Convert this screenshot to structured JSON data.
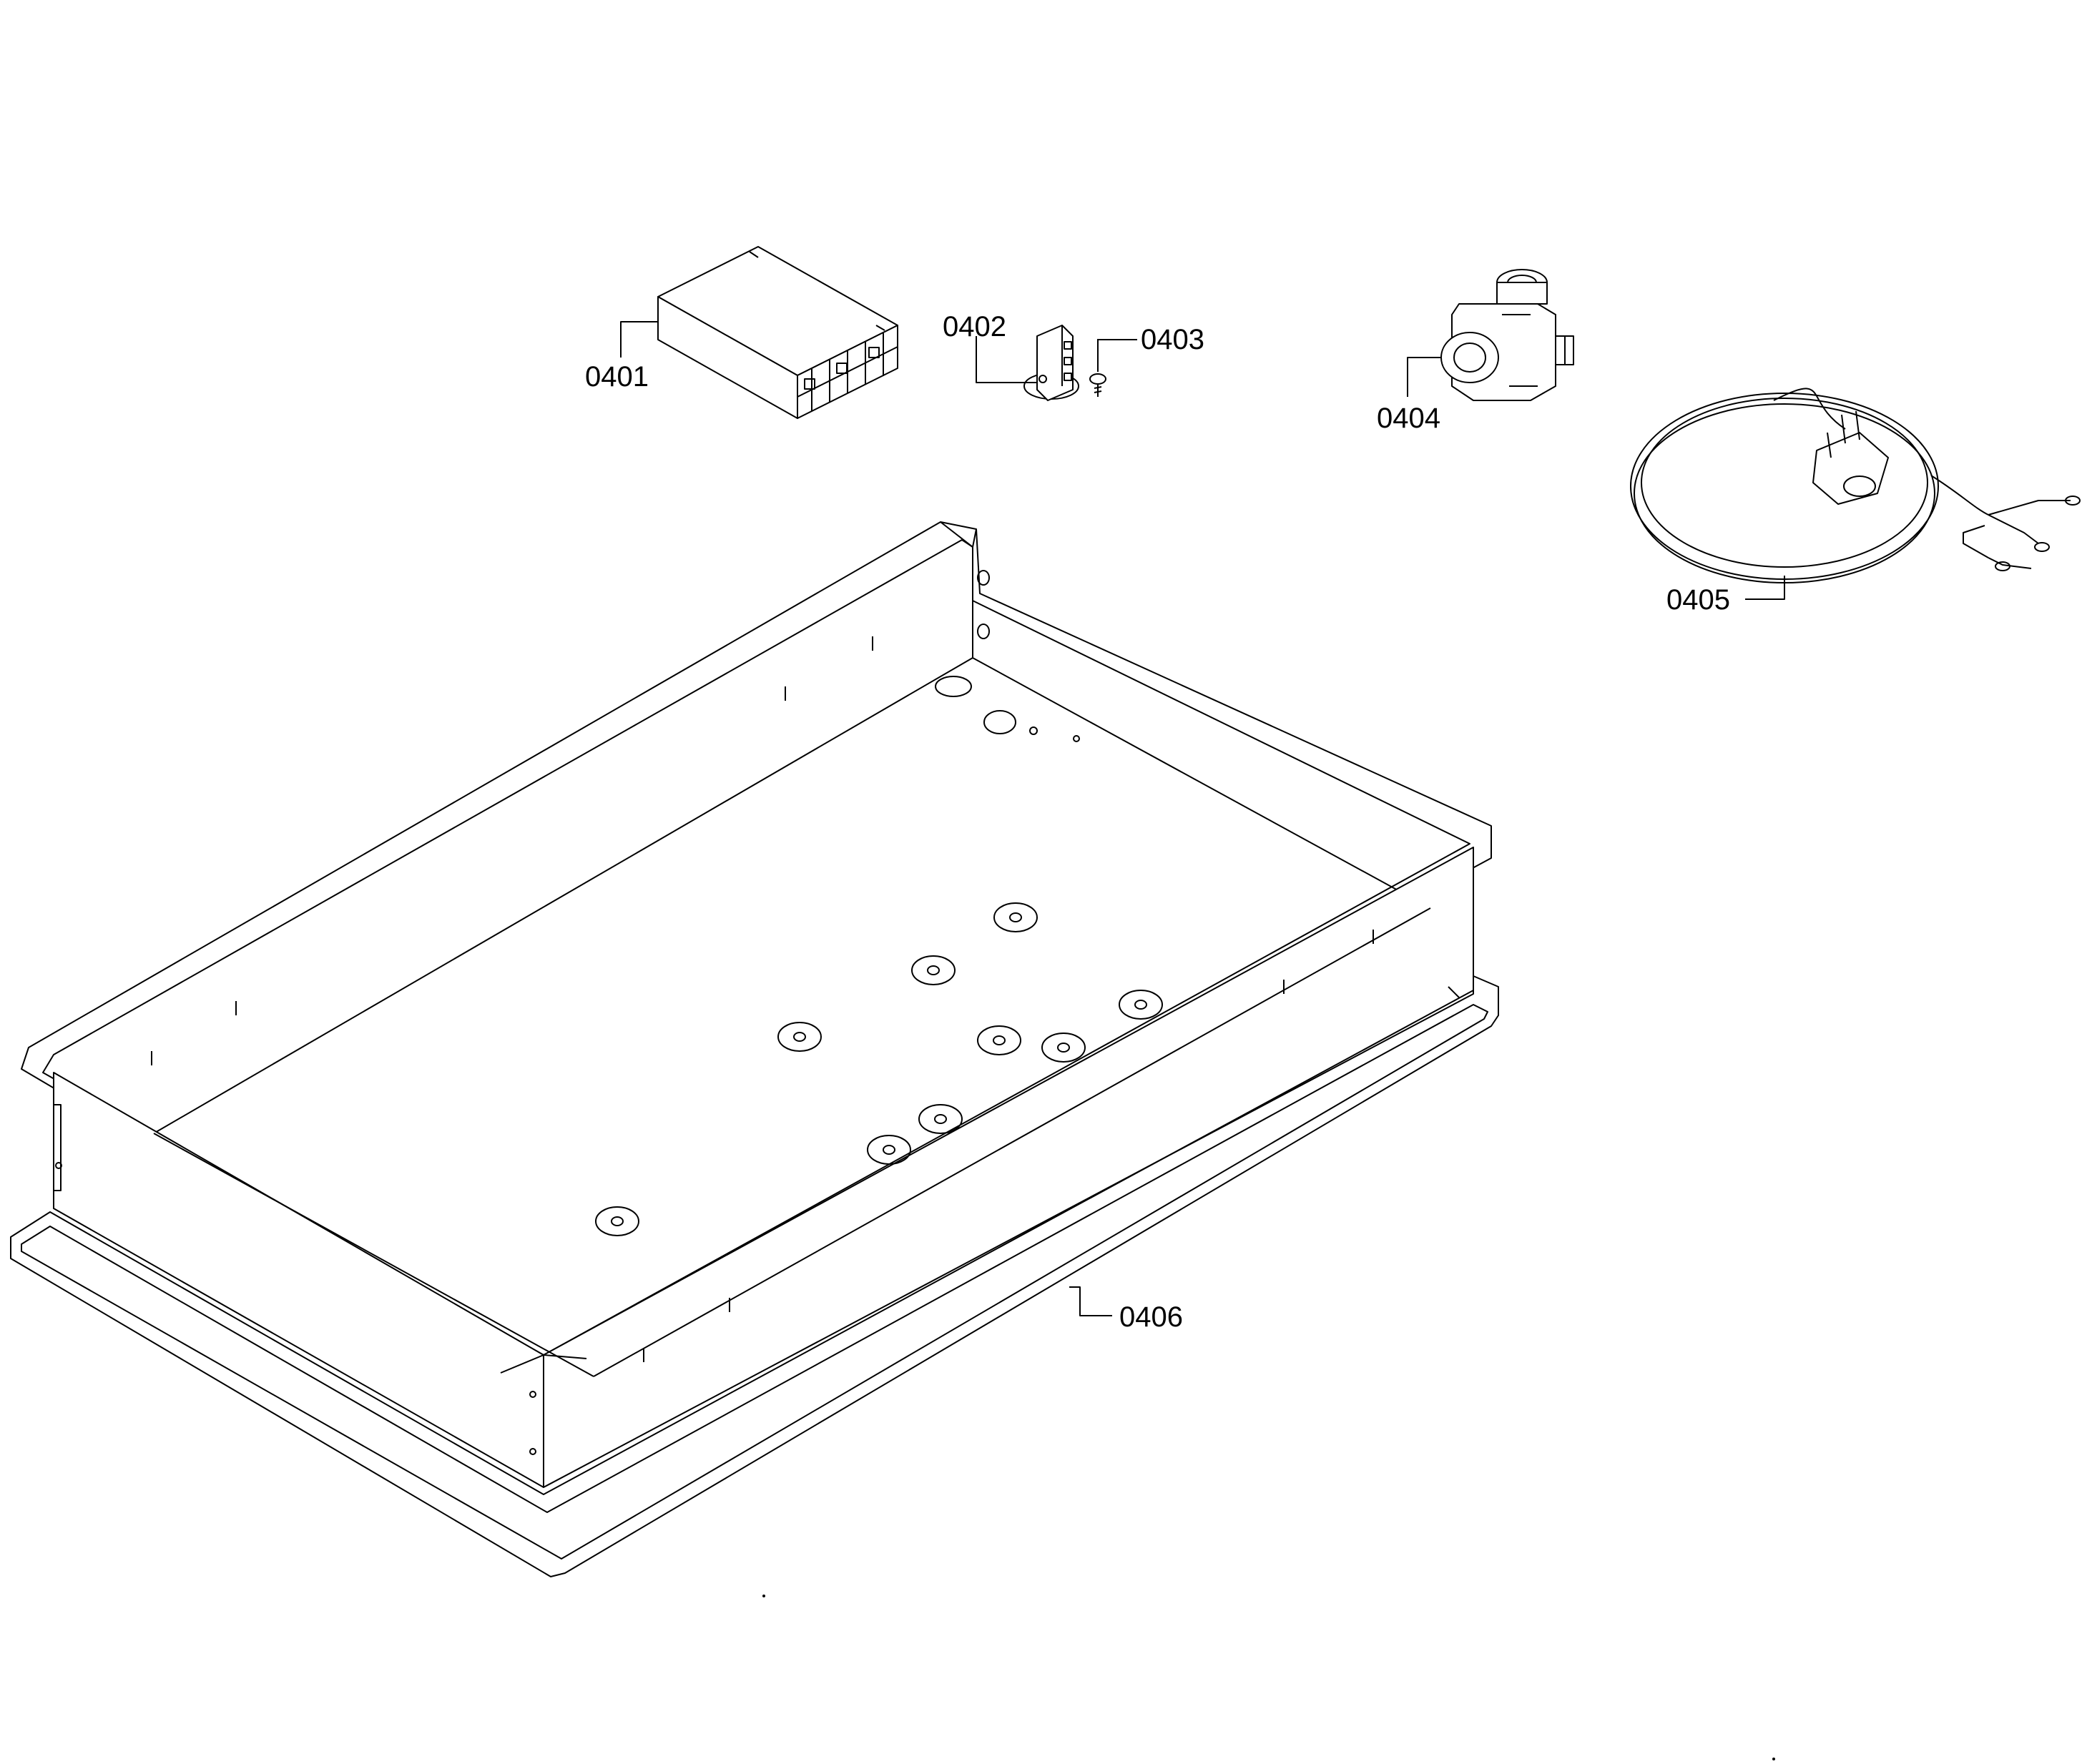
{
  "diagram": {
    "colors": {
      "line": "#000000",
      "background": "#ffffff"
    },
    "callouts": [
      {
        "id": "0401",
        "label": "0401"
      },
      {
        "id": "0402",
        "label": "0402"
      },
      {
        "id": "0403",
        "label": "0403"
      },
      {
        "id": "0404",
        "label": "0404"
      },
      {
        "id": "0405",
        "label": "0405"
      },
      {
        "id": "0406",
        "label": "0406"
      }
    ]
  }
}
